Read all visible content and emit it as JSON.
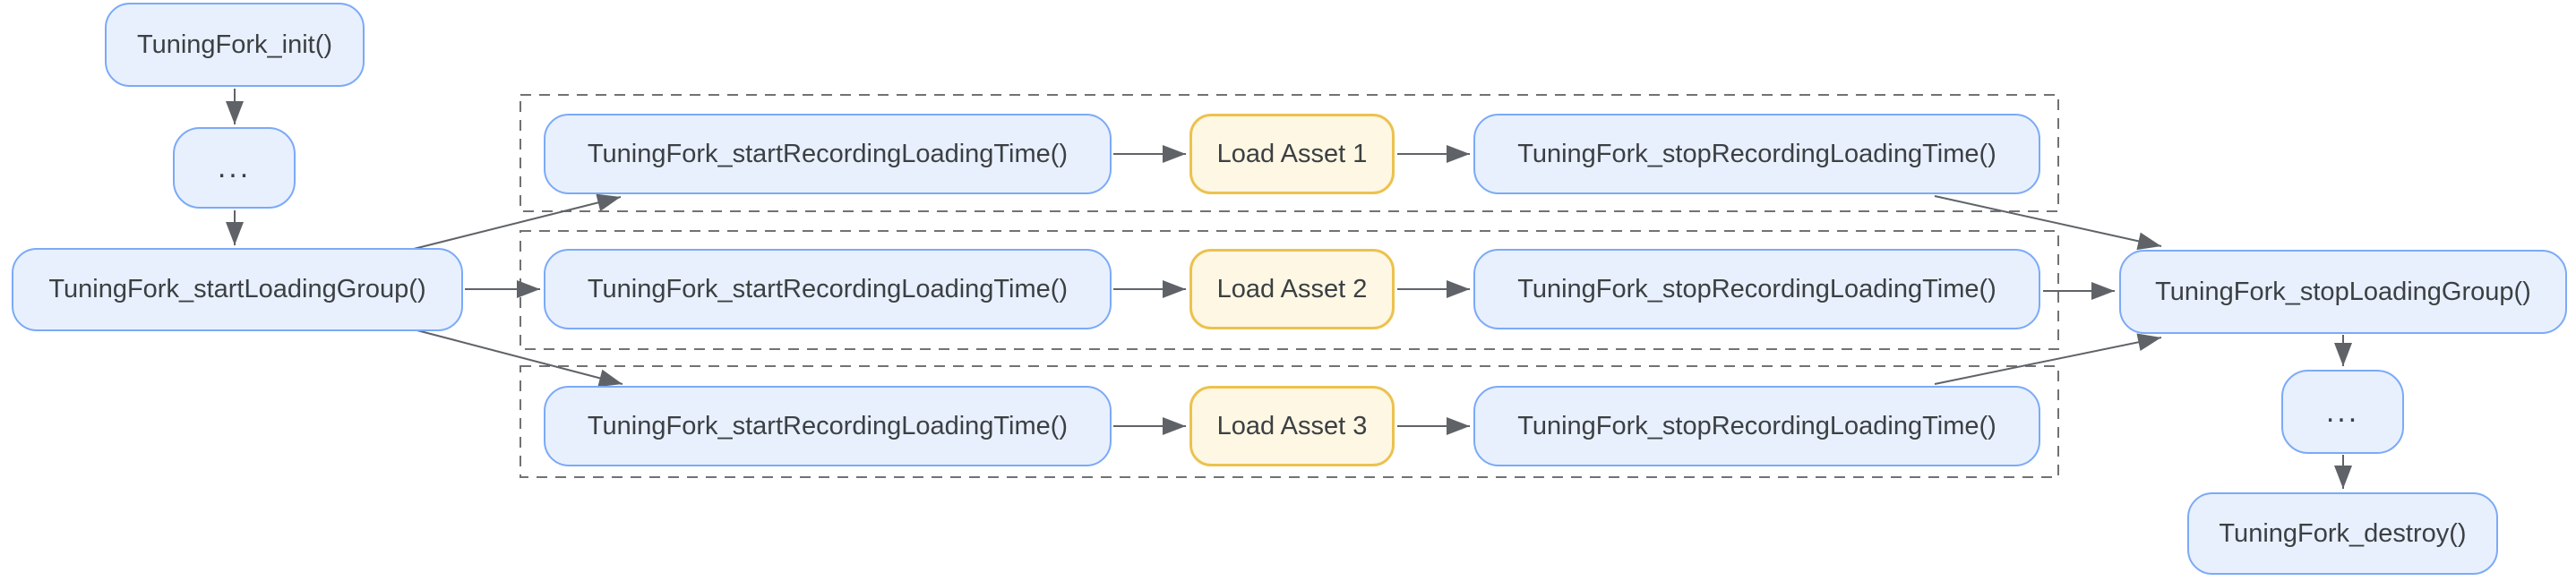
{
  "diagram": {
    "nodes": {
      "init": "TuningFork_init()",
      "ellipsis_top": "...",
      "start_loading_group": "TuningFork_startLoadingGroup()",
      "stop_loading_group": "TuningFork_stopLoadingGroup()",
      "ellipsis_bottom": "...",
      "destroy": "TuningFork_destroy()",
      "rows": [
        {
          "start_recording": "TuningFork_startRecordingLoadingTime()",
          "load_asset": "Load Asset 1",
          "stop_recording": "TuningFork_stopRecordingLoadingTime()"
        },
        {
          "start_recording": "TuningFork_startRecordingLoadingTime()",
          "load_asset": "Load Asset 2",
          "stop_recording": "TuningFork_stopRecordingLoadingTime()"
        },
        {
          "start_recording": "TuningFork_startRecordingLoadingTime()",
          "load_asset": "Load Asset 3",
          "stop_recording": "TuningFork_stopRecordingLoadingTime()"
        }
      ]
    },
    "colors": {
      "api_node_fill": "#e8f0fe",
      "api_node_border": "#7baaf7",
      "asset_node_fill": "#fdf7e3",
      "asset_node_border": "#ecc24e",
      "text": "#3c4043",
      "edge": "#5f6368",
      "group_outline": "#707274",
      "background": "#ffffff"
    }
  }
}
